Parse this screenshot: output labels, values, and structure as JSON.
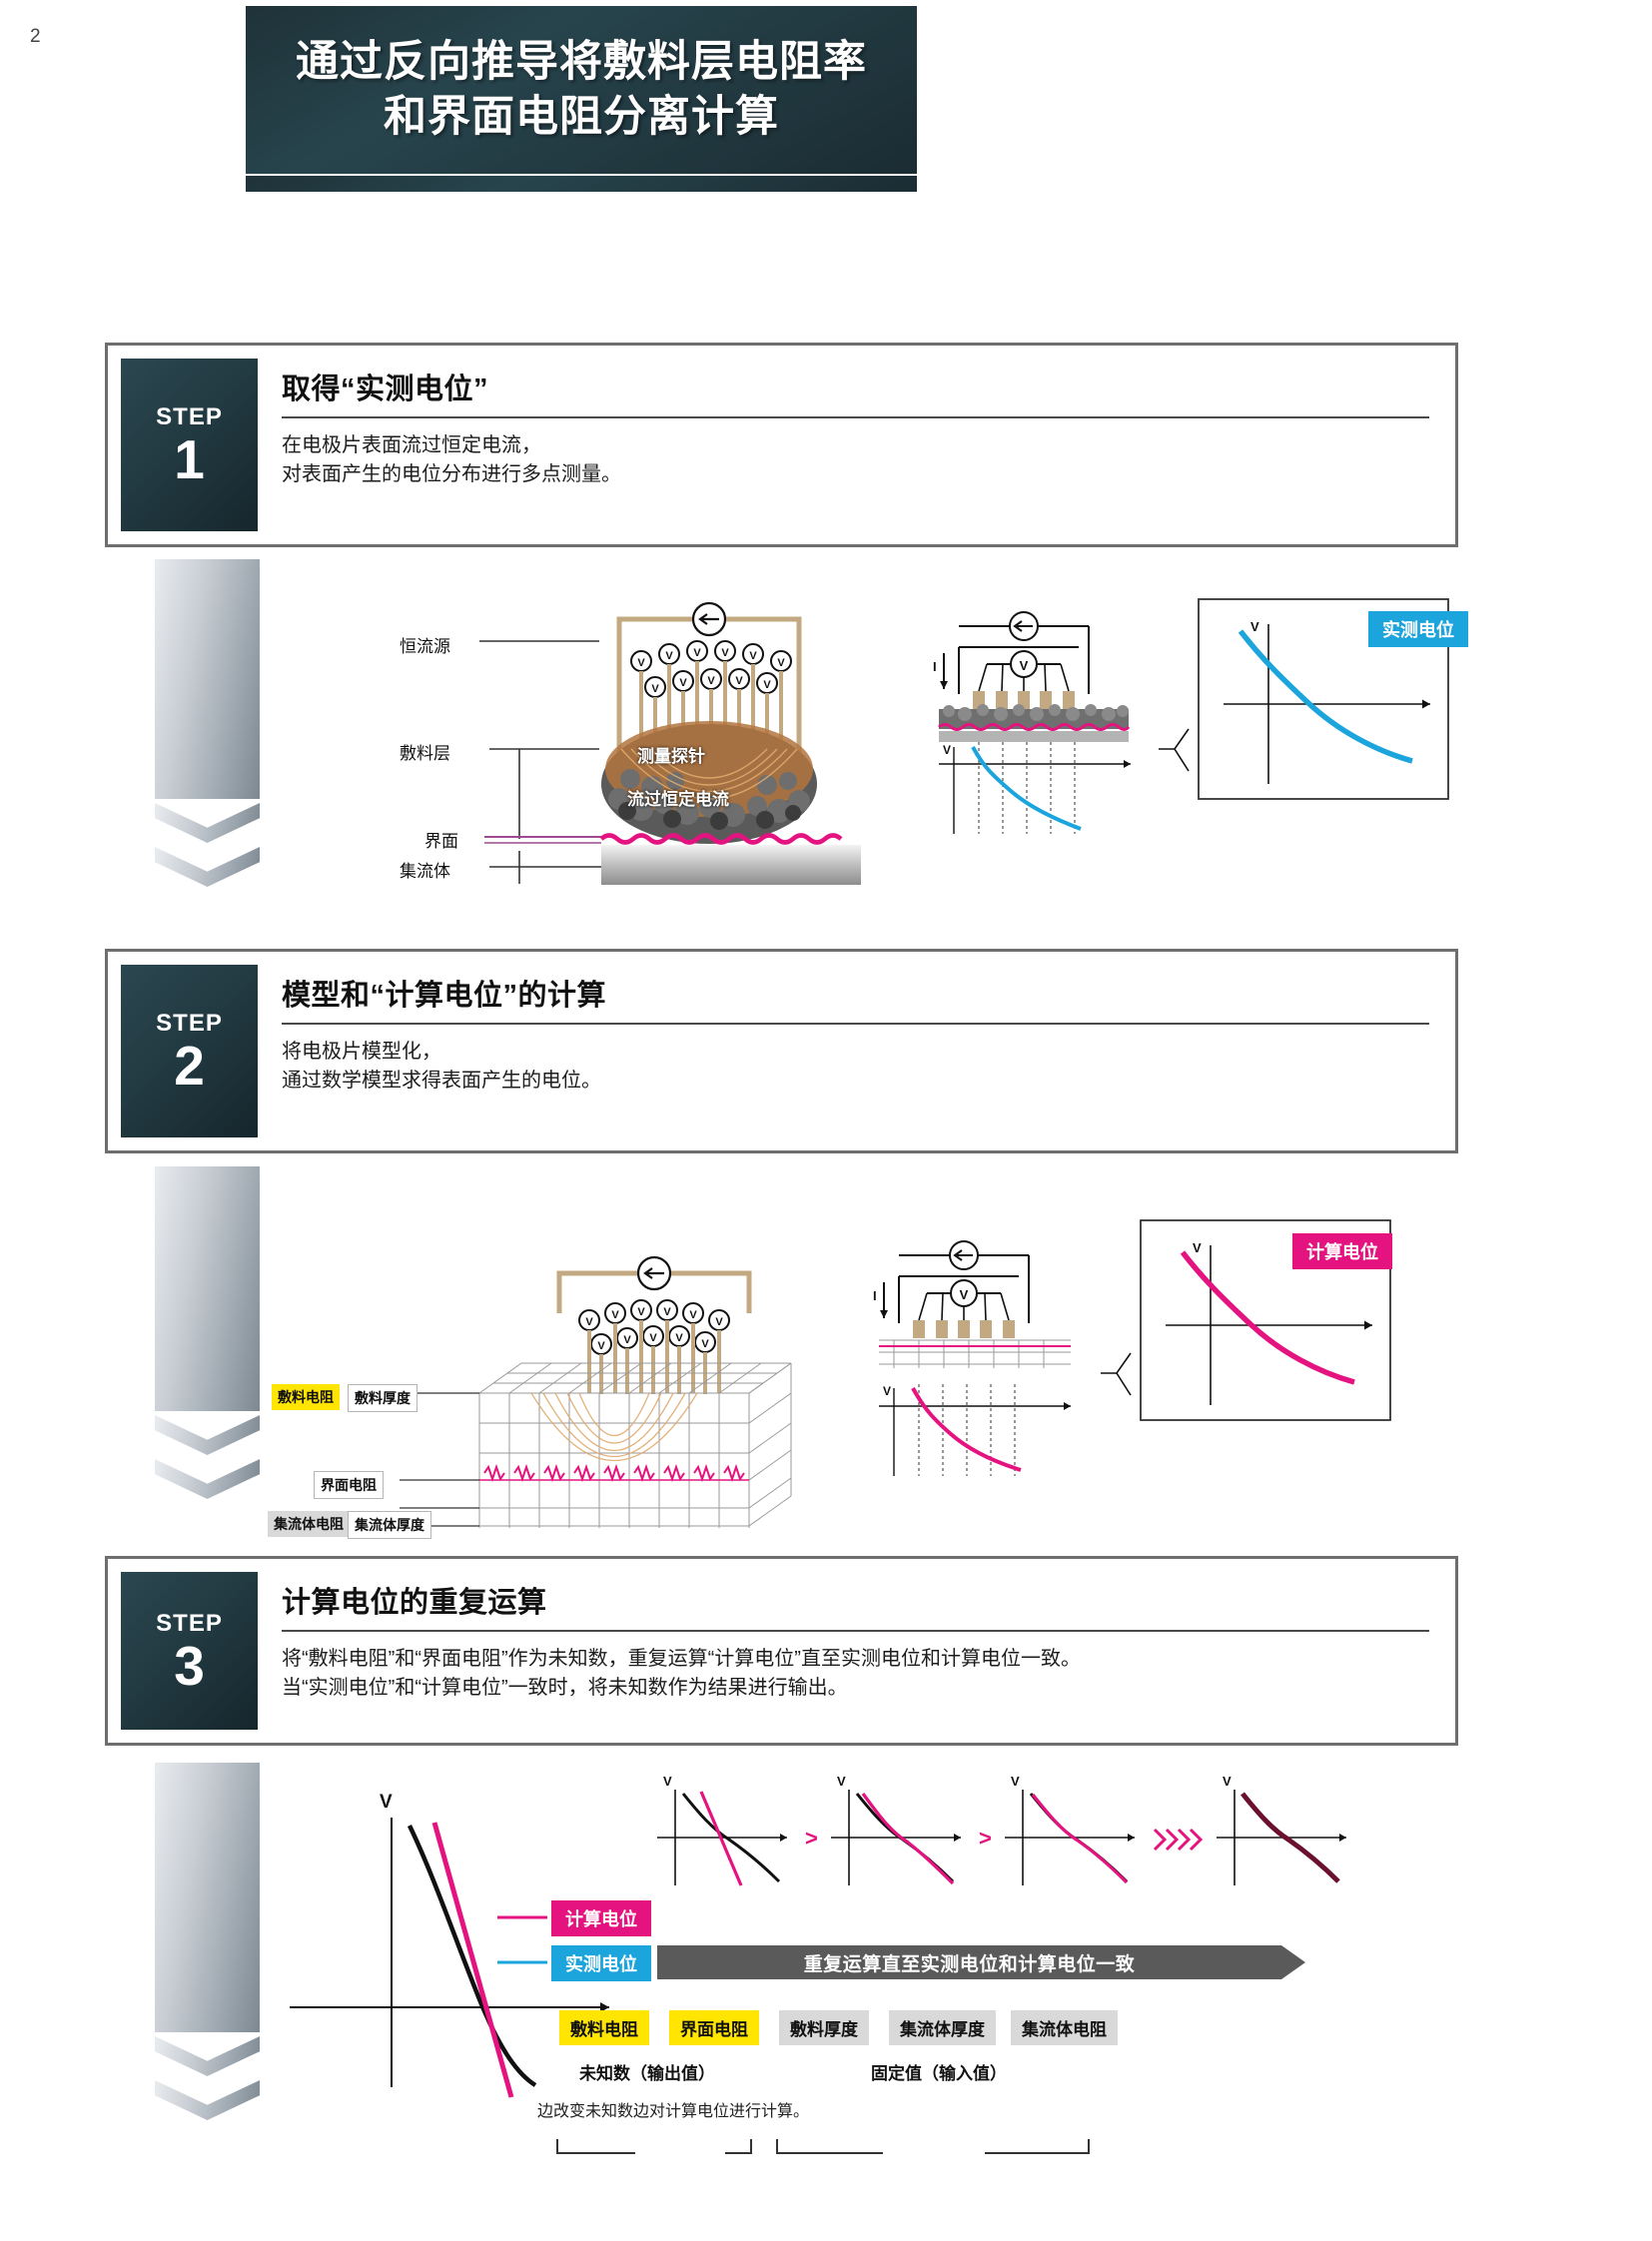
{
  "page": {
    "number": "2"
  },
  "title": {
    "line1": "通过反向推导将敷料层电阻率",
    "line2": "和界面电阻分离计算"
  },
  "steps": [
    {
      "badge_word": "STEP",
      "badge_number": "1",
      "title": "取得“实测电位”",
      "desc_line1": "在电极片表面流过恒定电流，",
      "desc_line2": "对表面产生的电位分布进行多点测量。",
      "illustration": {
        "labels": [
          "恒流源",
          "敷料层",
          "界面",
          "集流体"
        ],
        "inline_labels": [
          "测量探针",
          "流过恒定电流"
        ],
        "current_symbol": "I",
        "axis_v": "V",
        "badge": "实测电位",
        "badge_color": "#1ba5dc"
      }
    },
    {
      "badge_word": "STEP",
      "badge_number": "2",
      "title": "模型和“计算电位”的计算",
      "desc_line1": "将电极片模型化，",
      "desc_line2": "通过数学模型求得表面产生的电位。",
      "illustration": {
        "tags": [
          "敷料电阻",
          "敷料厚度",
          "界面电阻",
          "集流体电阻",
          "集流体厚度"
        ],
        "current_symbol": "I",
        "axis_v": "V",
        "badge": "计算电位",
        "badge_color": "#e5137f"
      }
    },
    {
      "badge_word": "STEP",
      "badge_number": "3",
      "title": "计算电位的重复运算",
      "desc_line1": "将“敷料电阻”和“界面电阻”作为未知数，重复运算“计算电位”直至实测电位和计算电位一致。",
      "desc_line2": "当“实测电位”和“计算电位”一致时，将未知数作为结果进行输出。",
      "illustration": {
        "axis_v": "V",
        "legend": [
          {
            "label": "计算电位",
            "color": "#e5137f"
          },
          {
            "label": "实测电位",
            "color": "#1ba5dc"
          }
        ],
        "iteration_separator": ">",
        "progress_bar": "重复运算直至实测电位和计算电位一致",
        "unknown_tags": [
          "敷料电阻",
          "界面电阻"
        ],
        "fixed_tags": [
          "敷料厚度",
          "集流体厚度",
          "集流体电阻"
        ],
        "unknown_group_label": "未知数（输出值）",
        "fixed_group_label": "固定值（输入值）",
        "footnote": "边改变未知数边对计算电位进行计算。"
      }
    }
  ],
  "icons": {
    "voltmeter": "V",
    "ammeter_arrow": "←"
  }
}
